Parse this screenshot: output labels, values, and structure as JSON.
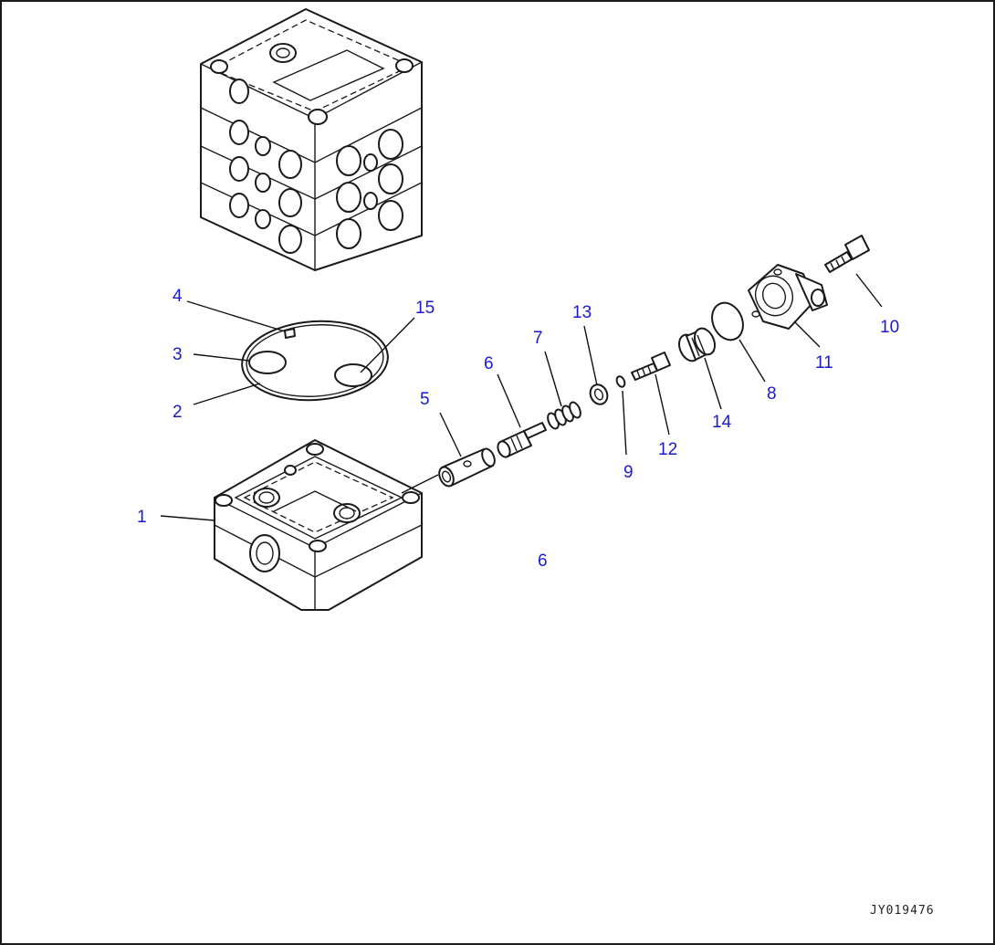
{
  "diagram": {
    "drawing_id": "JY019476",
    "callouts": [
      {
        "key": "c1",
        "text": "1"
      },
      {
        "key": "c2",
        "text": "2"
      },
      {
        "key": "c3",
        "text": "3"
      },
      {
        "key": "c4",
        "text": "4"
      },
      {
        "key": "c5",
        "text": "5"
      },
      {
        "key": "c6a",
        "text": "6"
      },
      {
        "key": "c6b",
        "text": "6"
      },
      {
        "key": "c7",
        "text": "7"
      },
      {
        "key": "c8",
        "text": "8"
      },
      {
        "key": "c9",
        "text": "9"
      },
      {
        "key": "c10",
        "text": "10"
      },
      {
        "key": "c11",
        "text": "11"
      },
      {
        "key": "c12",
        "text": "12"
      },
      {
        "key": "c13",
        "text": "13"
      },
      {
        "key": "c14",
        "text": "14"
      },
      {
        "key": "c15",
        "text": "15"
      }
    ],
    "colors": {
      "callout_text": "#1a1acd",
      "line_art": "#1a1a1a",
      "background": "#ffffff"
    }
  }
}
